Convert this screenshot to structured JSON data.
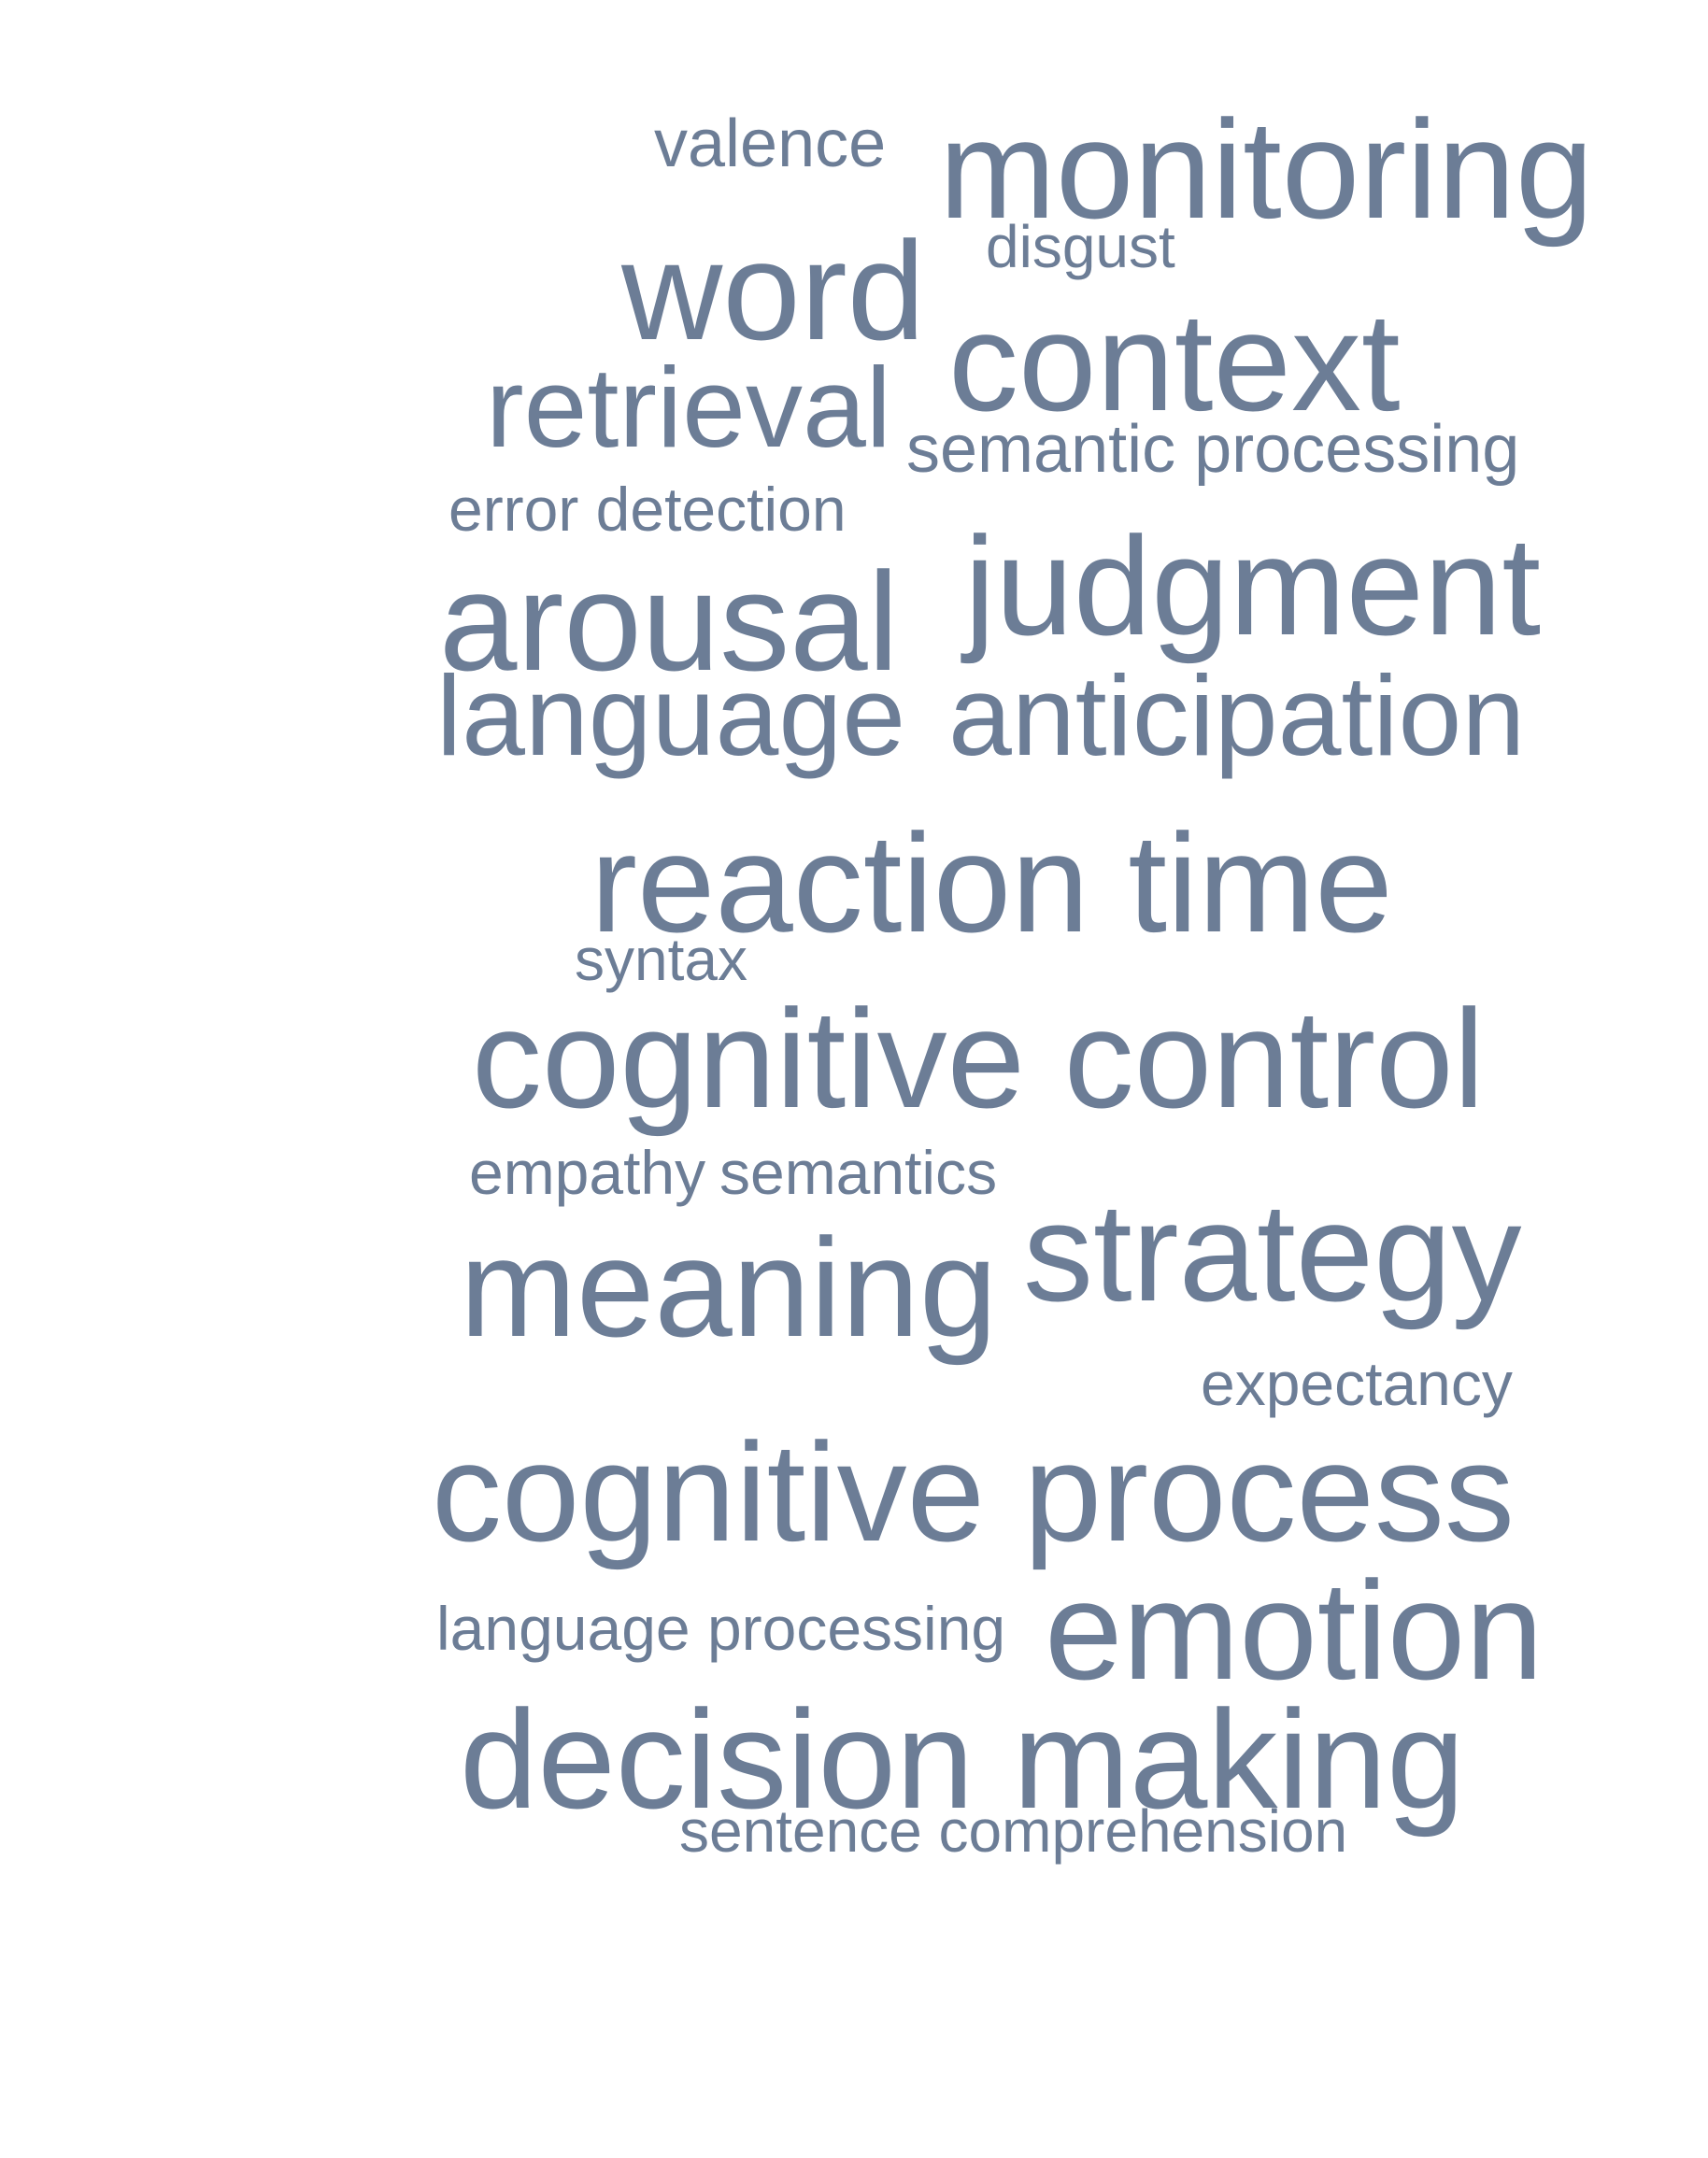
{
  "word_cloud": {
    "text_color": "#6c7d96",
    "background": "#ffffff",
    "words": [
      {
        "key": "valence",
        "text": "valence"
      },
      {
        "key": "monitoring",
        "text": "monitoring"
      },
      {
        "key": "disgust",
        "text": "disgust"
      },
      {
        "key": "word",
        "text": "word"
      },
      {
        "key": "context",
        "text": "context"
      },
      {
        "key": "retrieval",
        "text": "retrieval"
      },
      {
        "key": "semantic_processing",
        "text": "semantic processing"
      },
      {
        "key": "error_detection",
        "text": "error detection"
      },
      {
        "key": "judgment",
        "text": "judgment"
      },
      {
        "key": "arousal",
        "text": "arousal"
      },
      {
        "key": "language",
        "text": "language"
      },
      {
        "key": "anticipation",
        "text": "anticipation"
      },
      {
        "key": "reaction_time",
        "text": "reaction time"
      },
      {
        "key": "syntax",
        "text": "syntax"
      },
      {
        "key": "cognitive_control",
        "text": "cognitive control"
      },
      {
        "key": "empathy",
        "text": "empathy"
      },
      {
        "key": "semantics",
        "text": "semantics"
      },
      {
        "key": "meaning",
        "text": "meaning"
      },
      {
        "key": "strategy",
        "text": "strategy"
      },
      {
        "key": "expectancy",
        "text": "expectancy"
      },
      {
        "key": "cognitive_process",
        "text": "cognitive process"
      },
      {
        "key": "language_processing",
        "text": "language processing"
      },
      {
        "key": "emotion",
        "text": "emotion"
      },
      {
        "key": "decision_making",
        "text": "decision making"
      },
      {
        "key": "sentence_comprehension",
        "text": "sentence comprehension"
      }
    ]
  }
}
